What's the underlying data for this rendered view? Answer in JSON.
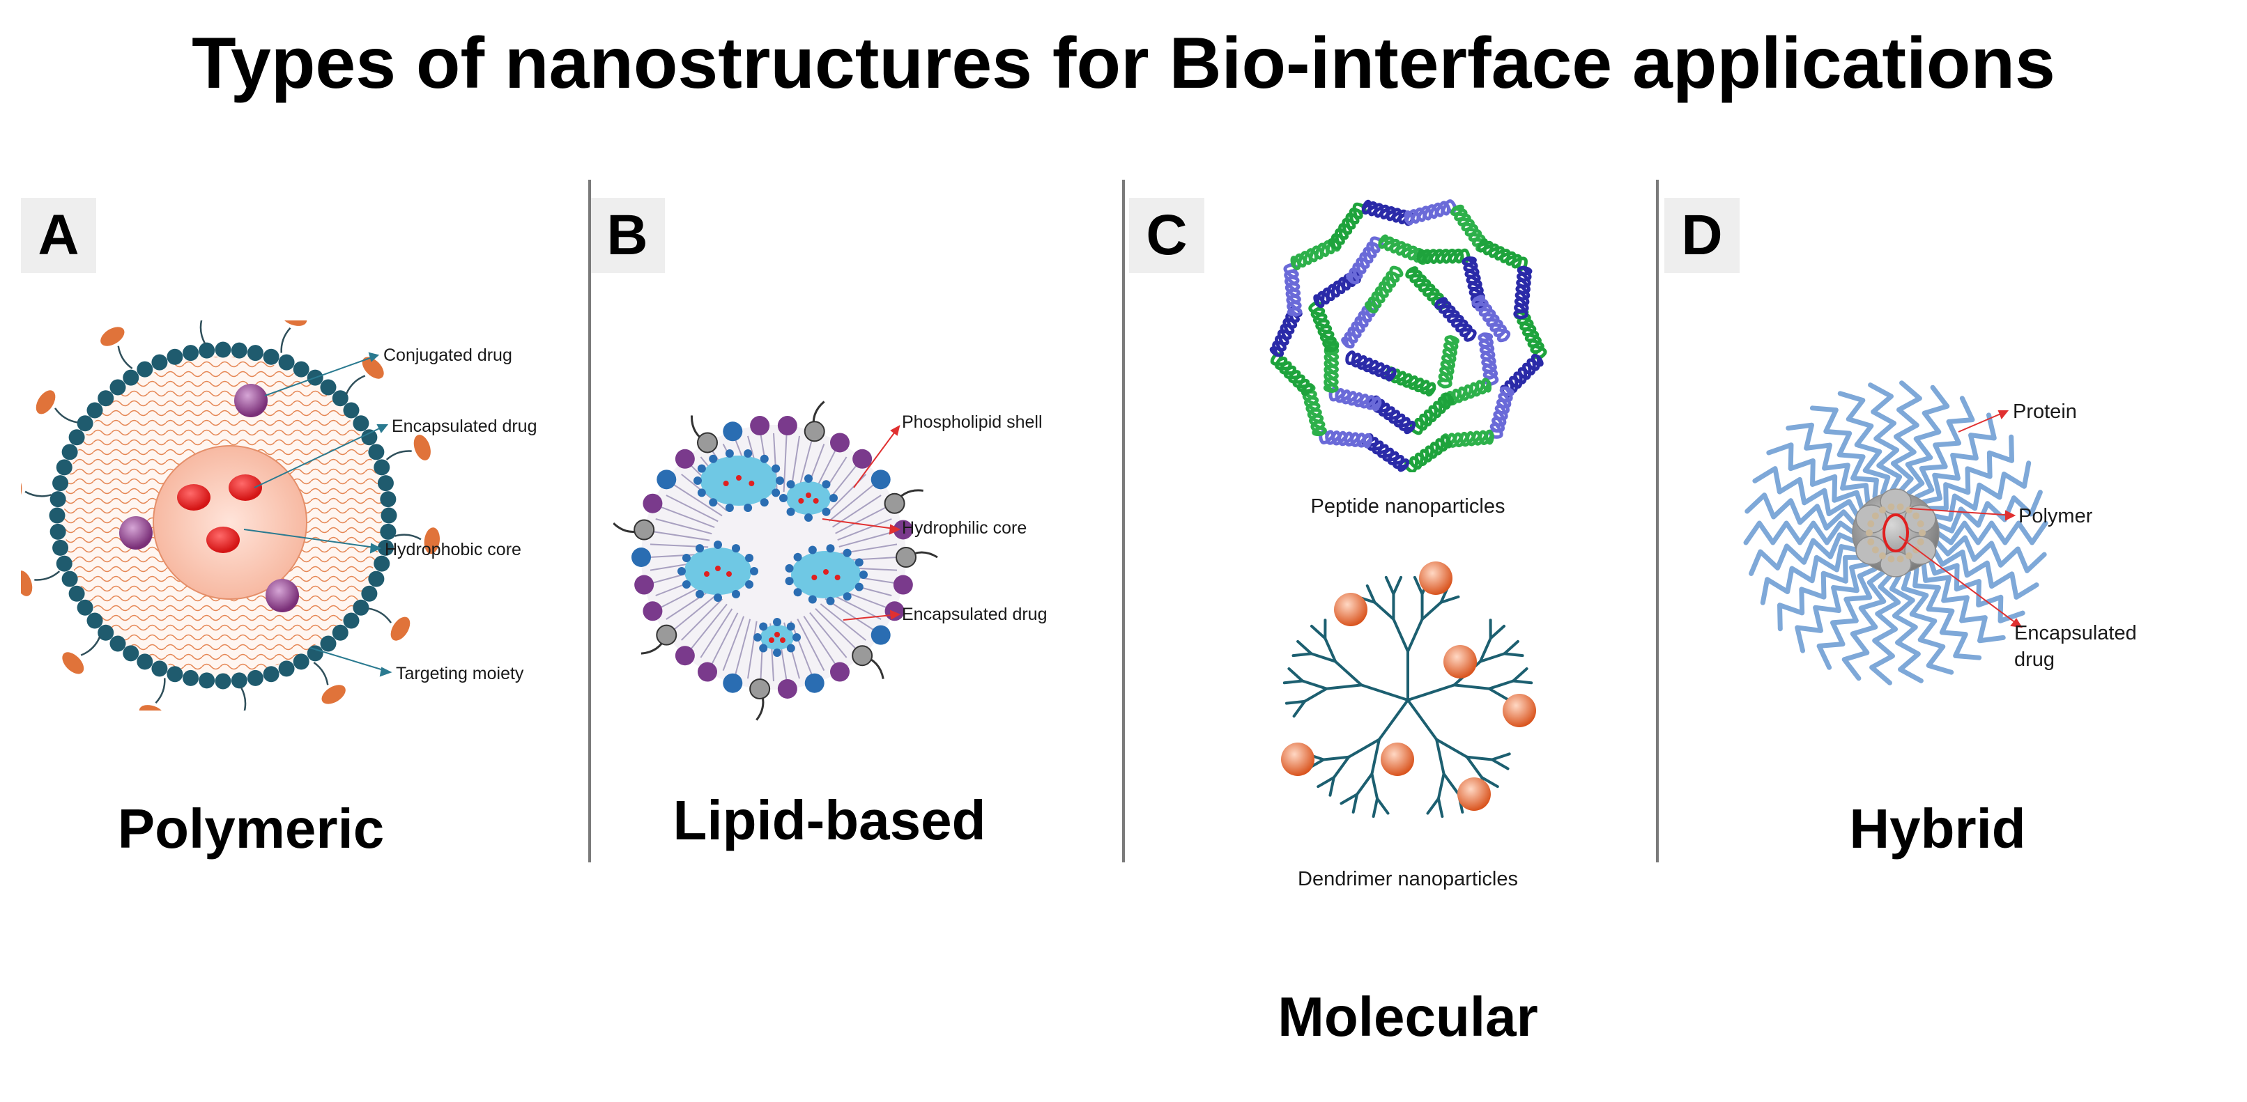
{
  "title": "Types of nanostructures for Bio-interface applications",
  "panels": [
    {
      "letter": "A",
      "name": "Polymeric",
      "labels": [
        "Conjugated drug",
        "Encapsulated drug",
        "Hydrophobic core",
        "Targeting moiety"
      ]
    },
    {
      "letter": "B",
      "name": "Lipid-based",
      "labels": [
        "Phospholipid shell",
        "Hydrophilic core",
        "Encapsulated drug"
      ]
    },
    {
      "letter": "C",
      "name": "Molecular",
      "labels": [
        "Peptide nanoparticles",
        "Dendrimer nanoparticles"
      ]
    },
    {
      "letter": "D",
      "name": "Hybrid",
      "labels": [
        "Protein",
        "Polymer",
        "Encapsulated",
        "drug"
      ]
    }
  ],
  "colors": {
    "polymer_shell": "#1f5b6e",
    "ligand": "#e0733a",
    "drug_red": "#e02020",
    "drug_purple": "#8a3c86",
    "lipid_purple": "#7a3a8c",
    "lipid_blue": "#2a6db2",
    "core_cyan": "#6fc8e4",
    "helix_green": "#1ea33c",
    "helix_blue": "#2a2aa8",
    "dendrimer": "#1c5f70",
    "hybrid_arm": "#7ea8d8",
    "arrow_teal": "#2a7a90",
    "arrow_red": "#e03030"
  }
}
